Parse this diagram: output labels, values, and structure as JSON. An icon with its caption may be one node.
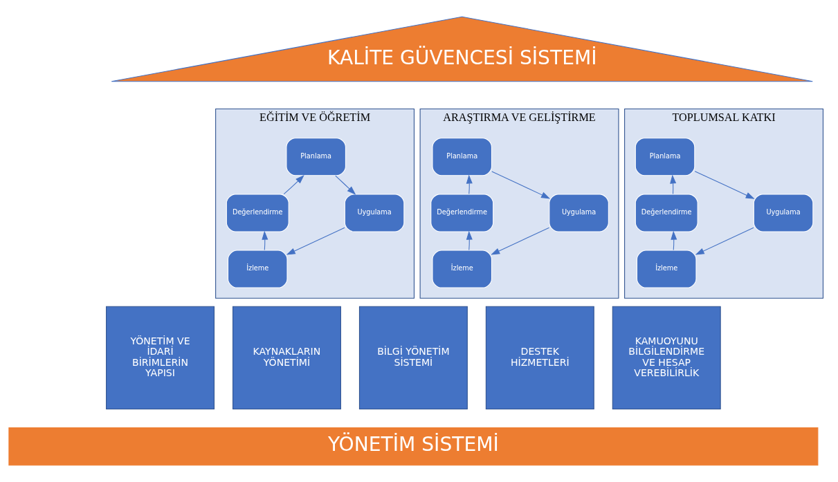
{
  "diagram": {
    "nodes": [
      {
        "text": [
          "KALİTE GÜVENCESİ SİSTEMİ"
        ]
      },
      {
        "text": [
          "EĞİTİM VE ÖĞRETİM"
        ]
      },
      {
        "text": [
          "Planlama"
        ],
        "in": 1
      },
      {
        "text": [
          "Değerlendirme"
        ],
        "in": 1
      },
      {
        "text": [
          "Uygulama"
        ],
        "in": 1
      },
      {
        "text": [
          "İzleme"
        ],
        "in": 1
      },
      {
        "text": [
          "ARAŞTIRMA VE GELİŞTİRME"
        ]
      },
      {
        "text": [
          "Planlama"
        ],
        "in": 6
      },
      {
        "text": [
          "Değerlendirme"
        ],
        "in": 6
      },
      {
        "text": [
          "Uygulama"
        ],
        "in": 6
      },
      {
        "text": [
          "İzleme"
        ],
        "in": 6
      },
      {
        "text": [
          "TOPLUMSAL KATKI"
        ]
      },
      {
        "text": [
          "Planlama"
        ],
        "in": 11
      },
      {
        "text": [
          "Değerlendirme"
        ],
        "in": 11
      },
      {
        "text": [
          "Uygulama"
        ],
        "in": 11
      },
      {
        "text": [
          "İzleme"
        ],
        "in": 11
      },
      {
        "text": [
          "YÖNETİM VE İDARİ BİRİMLERİN YAPISI"
        ]
      },
      {
        "text": [
          "KAYNAKLARIN YÖNETİMİ"
        ]
      },
      {
        "text": [
          "BİLGİ YÖNETİM SİSTEMİ"
        ]
      },
      {
        "text": [
          "DESTEK HİZMETLERİ"
        ]
      },
      {
        "text": [
          "KAMUOYUNU BİLGİLENDİRME VE HESAP VEREBİLİRLİK"
        ]
      },
      {
        "text": [
          "YÖNETİM SİSTEMİ"
        ]
      }
    ],
    "edges": [
      {
        "from": 2,
        "to": 4,
        "arrow": "to"
      },
      {
        "from": 4,
        "to": 5,
        "arrow": "to"
      },
      {
        "from": 5,
        "to": 3,
        "arrow": "to"
      },
      {
        "from": 3,
        "to": 2,
        "arrow": "to"
      },
      {
        "from": 7,
        "to": 9,
        "arrow": "to"
      },
      {
        "from": 9,
        "to": 10,
        "arrow": "to"
      },
      {
        "from": 10,
        "to": 8,
        "arrow": "to"
      },
      {
        "from": 8,
        "to": 7,
        "arrow": "to"
      },
      {
        "from": 12,
        "to": 14,
        "arrow": "to"
      },
      {
        "from": 14,
        "to": 15,
        "arrow": "to"
      },
      {
        "from": 15,
        "to": 13,
        "arrow": "to"
      },
      {
        "from": 13,
        "to": 12,
        "arrow": "to"
      }
    ]
  }
}
